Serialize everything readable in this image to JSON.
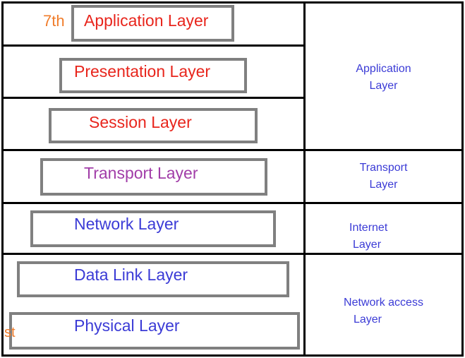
{
  "osi_layers": [
    {
      "name": "Application Layer",
      "color": "#e8251c"
    },
    {
      "name": "Presentation Layer",
      "color": "#e8251c"
    },
    {
      "name": "Session Layer",
      "color": "#e8251c"
    },
    {
      "name": "Transport Layer",
      "color": "#a13da8"
    },
    {
      "name": "Network Layer",
      "color": "#3b3bd6"
    },
    {
      "name": "Data Link Layer",
      "color": "#3b3bd6"
    },
    {
      "name": "Physical Layer",
      "color": "#3b3bd6"
    }
  ],
  "ordinal_top": "7th",
  "ordinal_bottom": "st",
  "ordinal_color": "#f07c2a",
  "tcpip_layers": [
    {
      "line1": "Application",
      "line2": "Layer"
    },
    {
      "line1": "Transport",
      "line2": "Layer"
    },
    {
      "line1": "Internet",
      "line2": "Layer"
    },
    {
      "line1": "Network access",
      "line2": "Layer"
    }
  ]
}
